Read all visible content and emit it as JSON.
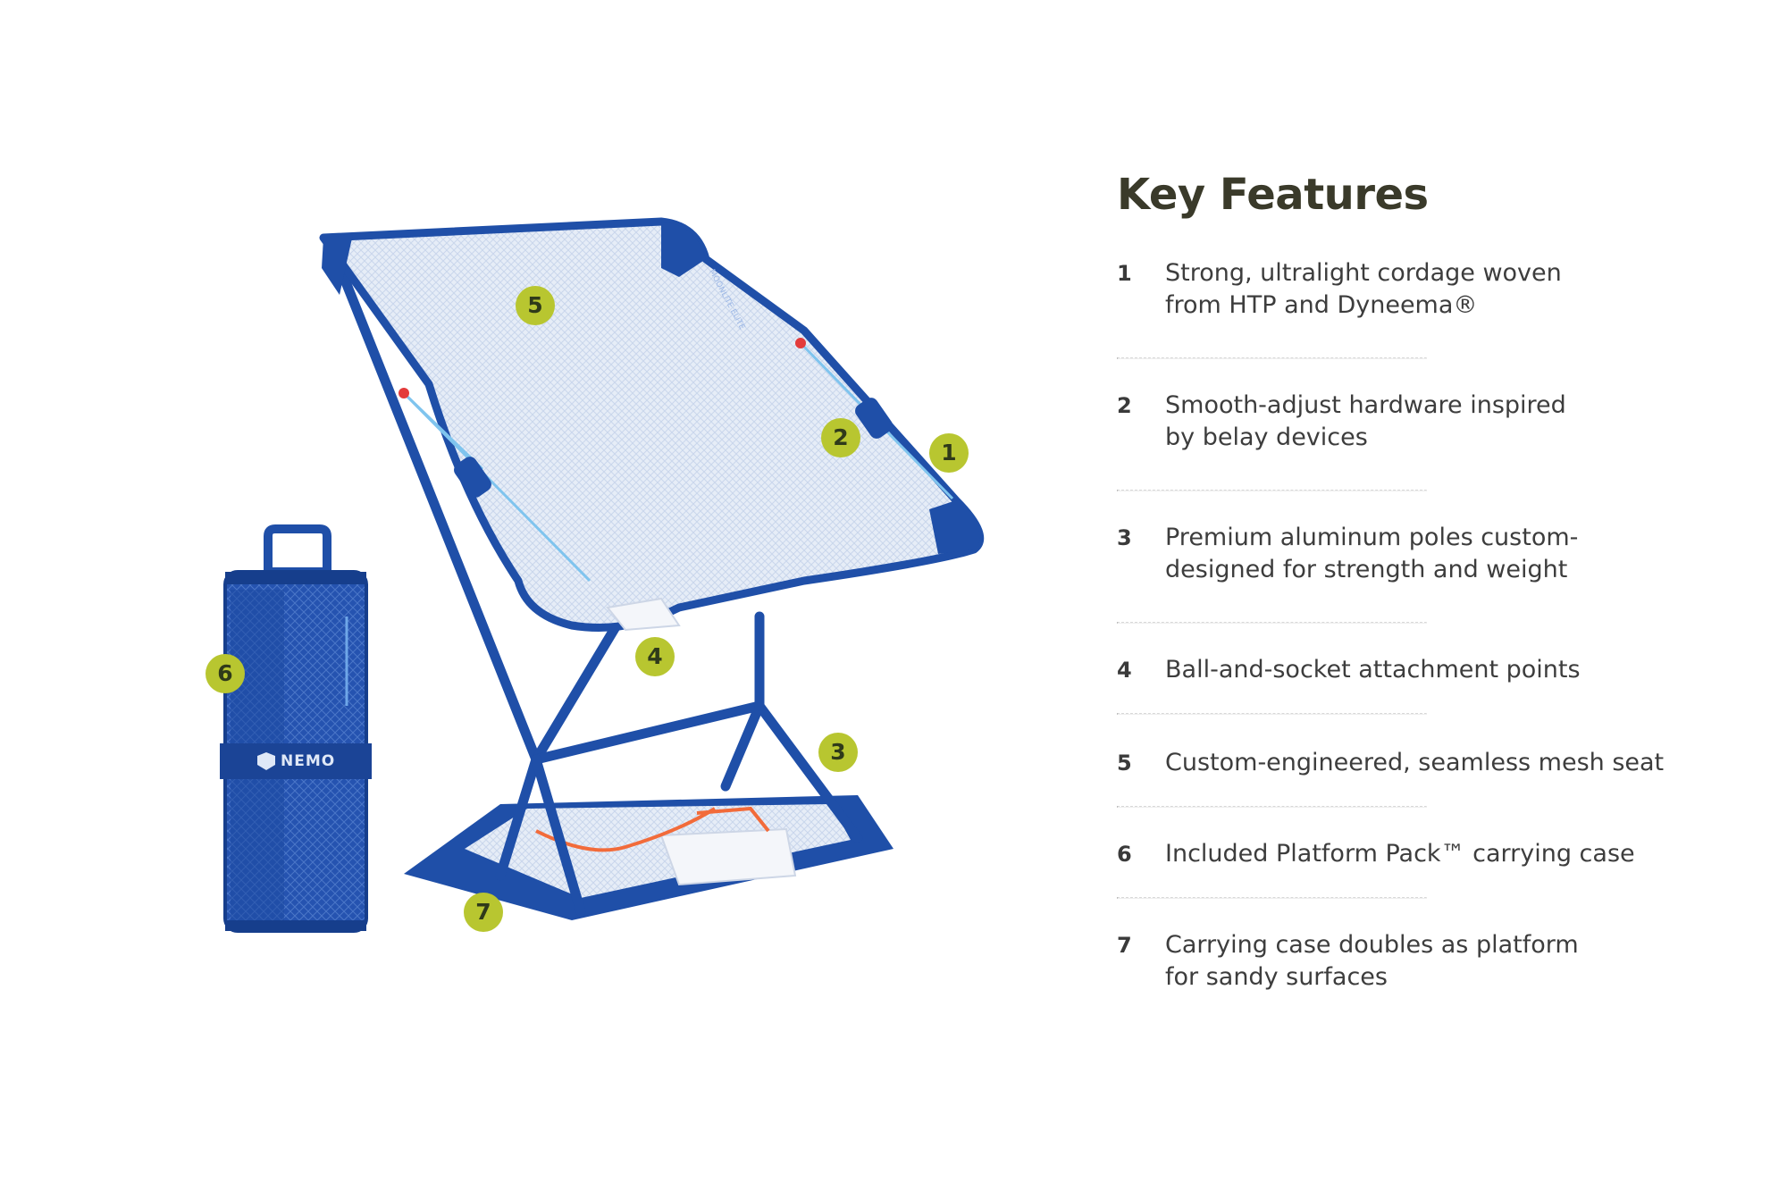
{
  "heading": "Key Features",
  "features": [
    {
      "number": "1",
      "text": "Strong, ultralight cordage woven\nfrom HTP and Dyneema®"
    },
    {
      "number": "2",
      "text": "Smooth-adjust hardware inspired\nby belay devices"
    },
    {
      "number": "3",
      "text": "Premium aluminum poles custom-\ndesigned for strength and weight"
    },
    {
      "number": "4",
      "text": "Ball-and-socket attachment points"
    },
    {
      "number": "5",
      "text": "Custom-engineered, seamless mesh seat"
    },
    {
      "number": "6",
      "text": "Included Platform Pack™ carrying case"
    },
    {
      "number": "7",
      "text": "Carrying case doubles as platform\nfor sandy surfaces"
    }
  ],
  "callouts": {
    "c1": "1",
    "c2": "2",
    "c3": "3",
    "c4": "4",
    "c5": "5",
    "c6": "6",
    "c7": "7"
  },
  "brand": {
    "pack_logo": "NEMO",
    "seat_logo": "MOONLITE ELITE"
  },
  "colors": {
    "frame_blue": "#1f4fa8",
    "mesh": "#e4ebf6",
    "callout_green": "#b8c630",
    "cord_blue": "#7fc4ee",
    "accent_orange": "#f26b3a"
  },
  "icons": [
    "nemo-logo-icon"
  ]
}
